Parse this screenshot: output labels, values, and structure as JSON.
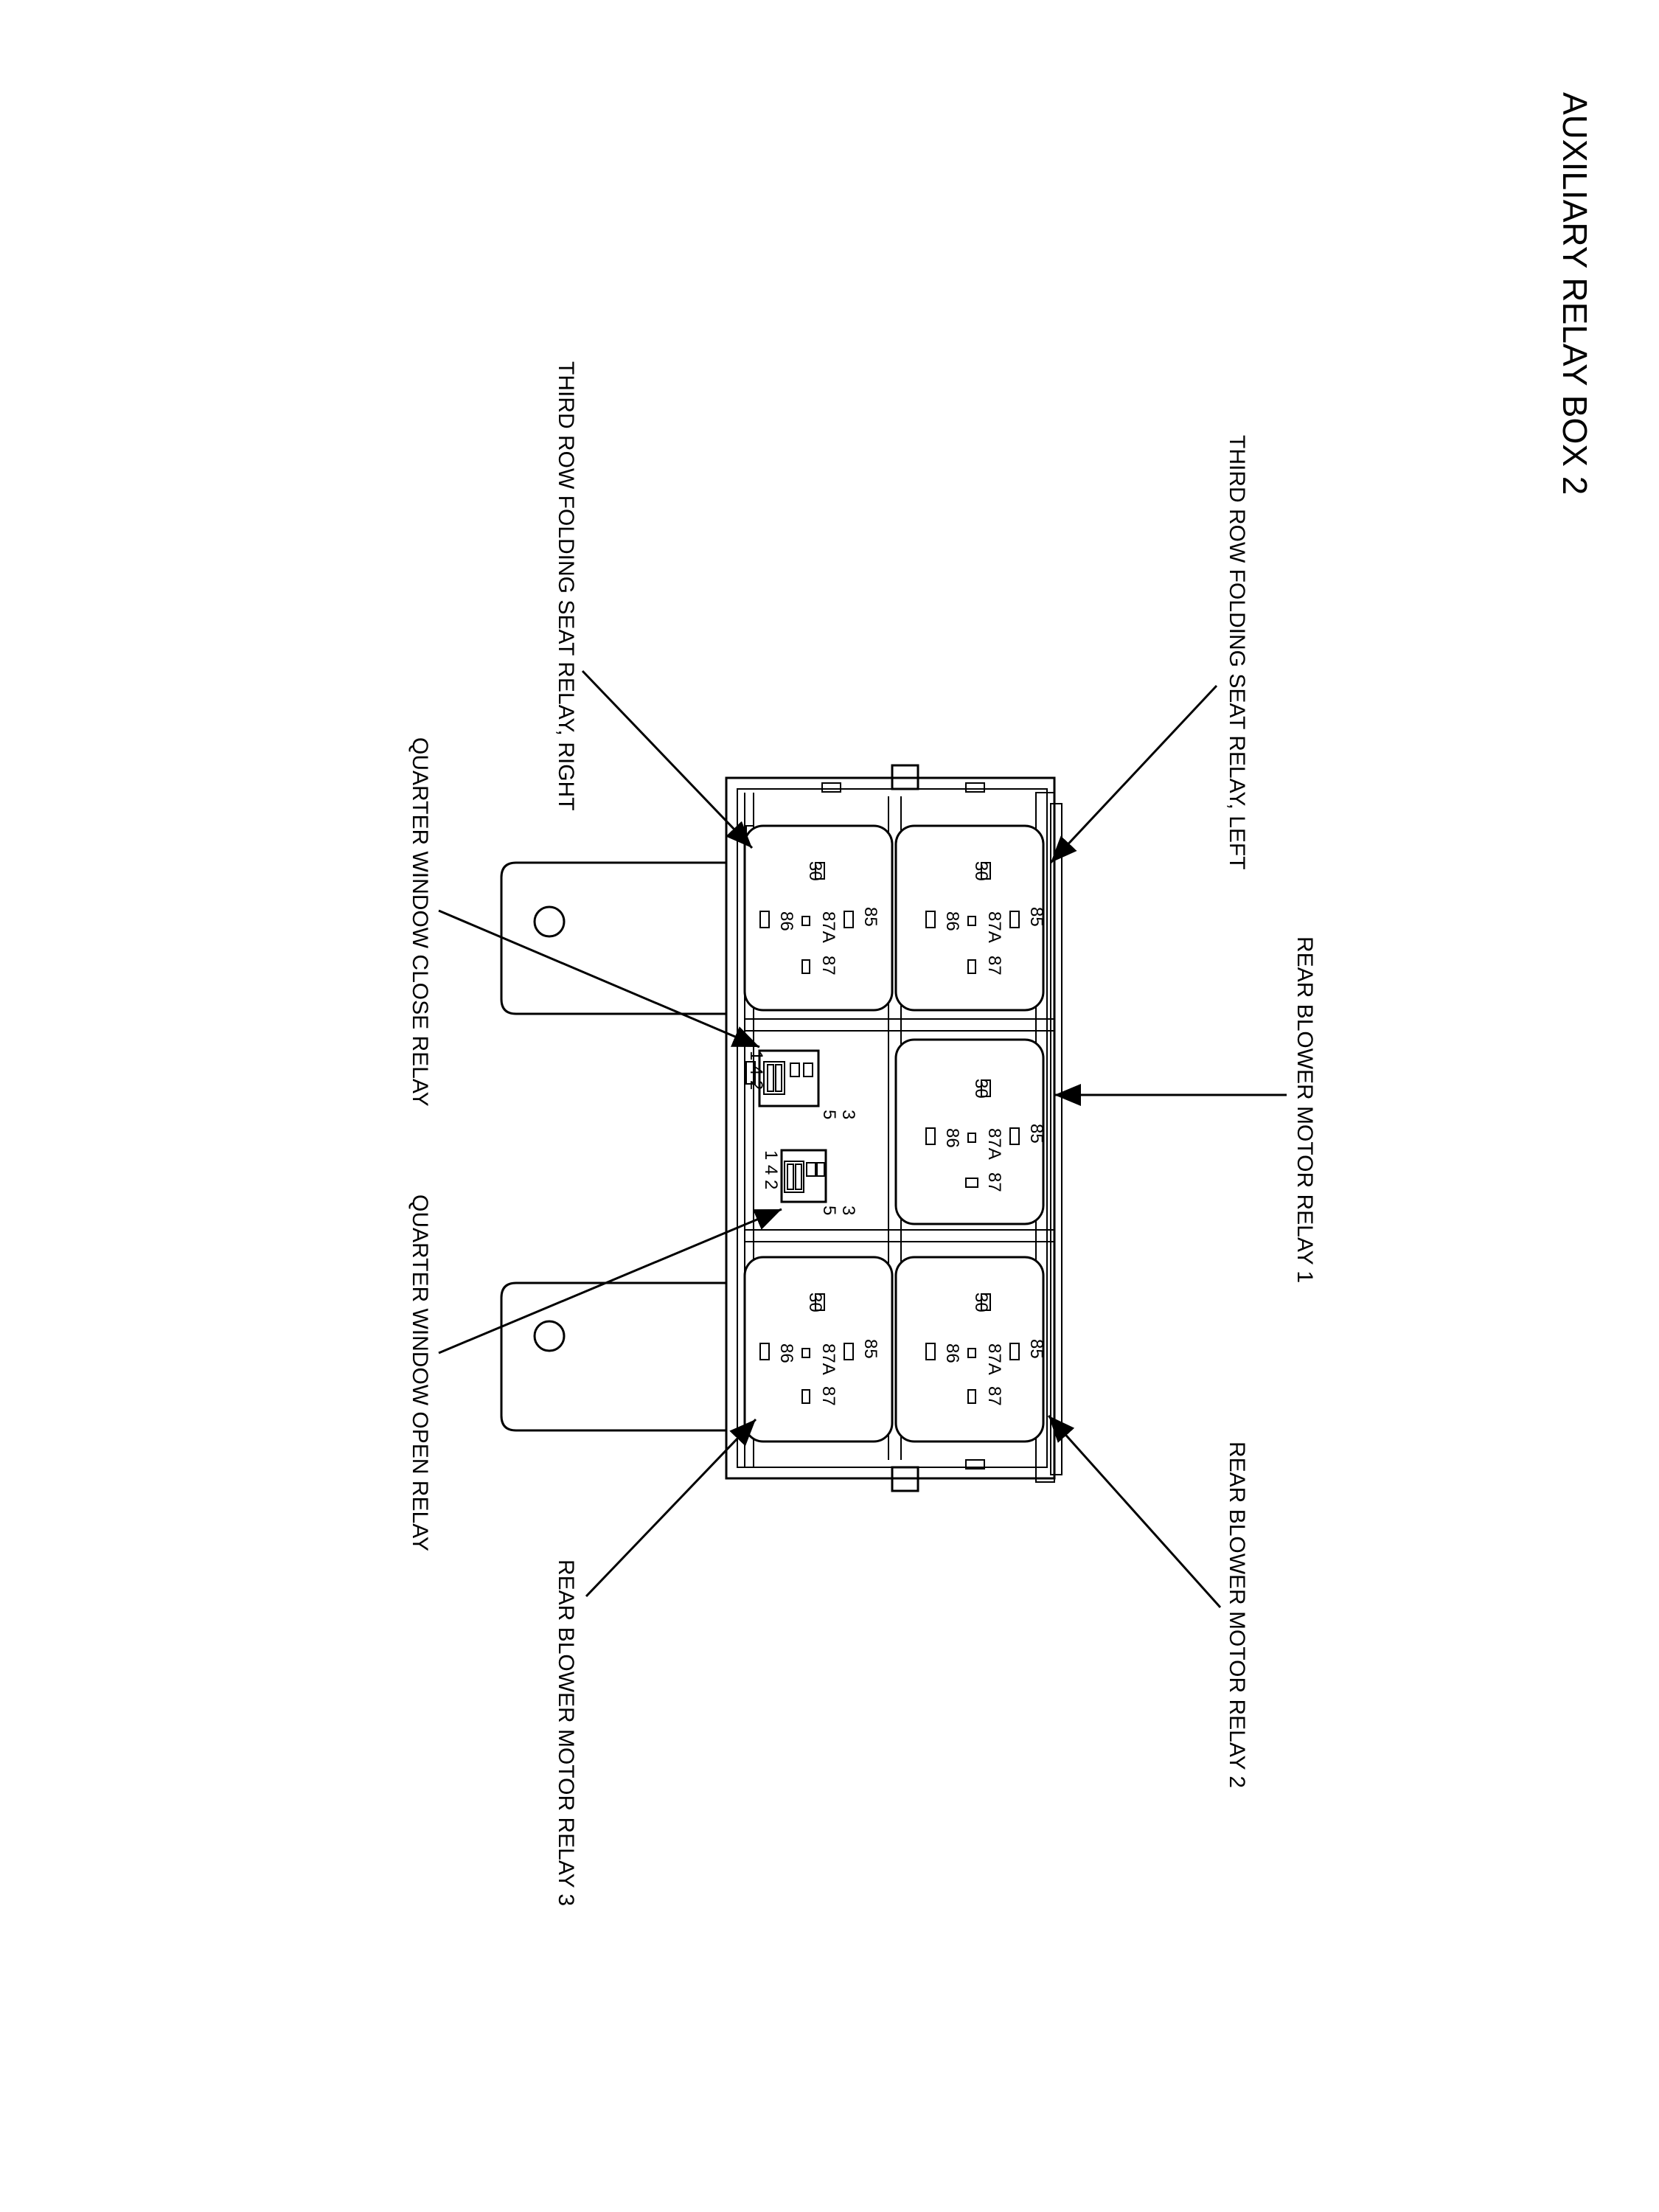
{
  "title": "AUXILIARY RELAY BOX 2",
  "callouts": {
    "third_row_left": "THIRD ROW FOLDING SEAT RELAY, LEFT",
    "third_row_right": "THIRD ROW FOLDING SEAT RELAY, RIGHT",
    "rear_blower_1": "REAR BLOWER MOTOR RELAY 1",
    "rear_blower_2": "REAR BLOWER MOTOR RELAY 2",
    "rear_blower_3": "REAR BLOWER MOTOR RELAY 3",
    "quarter_close": "QUARTER WINDOW CLOSE RELAY",
    "quarter_open": "QUARTER WINDOW OPEN RELAY"
  },
  "relay_pins": {
    "p30": "30",
    "p85": "85",
    "p86": "86",
    "p87": "87",
    "p87a": "87A"
  },
  "micro_pins": {
    "row1": "1 4 2",
    "p3": "3",
    "p5": "5"
  }
}
